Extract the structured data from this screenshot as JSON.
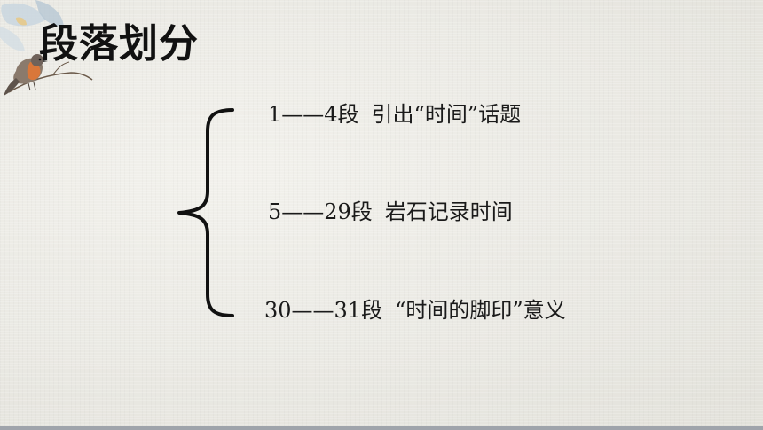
{
  "slide": {
    "title": "段落划分",
    "sections": [
      {
        "range": "1——4段",
        "text": "引出“时间”话题"
      },
      {
        "range": "5——29段",
        "text": "岩石记录时间"
      },
      {
        "range": "30——31段",
        "text": "“时间的脚印”意义"
      }
    ]
  },
  "decoration": {
    "icon": "bird-flower-icon",
    "brace_icon": "curly-brace-icon"
  },
  "colors": {
    "text": "#1a1a1a",
    "background": "#ecebe6",
    "bottom_strip": "#9fa4ab"
  }
}
